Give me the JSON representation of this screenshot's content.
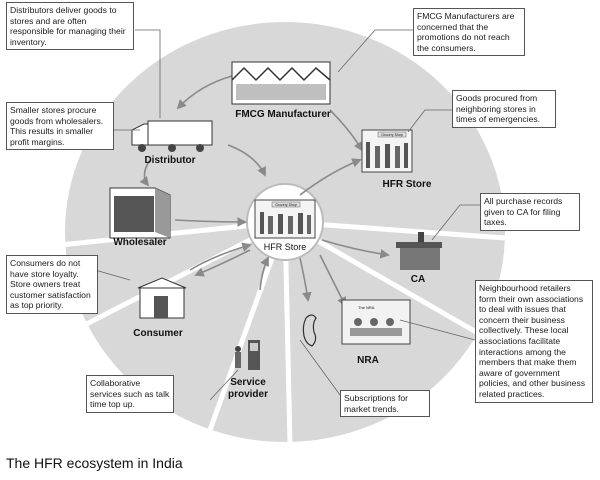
{
  "caption": "The HFR ecosystem in India",
  "hub": {
    "label": "HFR Store",
    "sign": "Grocery Shop"
  },
  "nodes": {
    "manufacturer": "FMCG Manufacturer",
    "distributor": "Distributor",
    "hfr_store": "HFR Store",
    "wholesaler": "Wholesaler",
    "ca": "CA",
    "consumer": "Consumer",
    "nra": "NRA",
    "nra_sign": "The NRA",
    "service_provider": "Service provider",
    "store_sign": "Grocery Shop"
  },
  "callouts": {
    "distributors": "Distributors deliver goods to stores and are often responsible for managing their inventory.",
    "fmcg": "FMCG Manufacturers are concerned that the promotions do not reach the consumers.",
    "smaller": "Smaller stores procure goods from wholesalers. This results in smaller profit margins.",
    "goods": "Goods procured from neighboring stores in times of emergencies.",
    "purchase": "All purchase records given to CA for filing taxes.",
    "consumers": "Consumers do not have store loyalty. Store owners treat customer satisfaction as top priority.",
    "neighbourhood": "Neighbourhood retailers form their own associations to deal with issues that concern their business collectively. These local associations facilitate interactions among the members that make them aware of government policies, and other business related practices.",
    "collaborative": "Collaborative services such as talk time top up.",
    "subscriptions": "Subscriptions for market trends."
  },
  "colors": {
    "ellipse": "#d8d8d8",
    "spoke": "#ffffff",
    "ink": "#222222",
    "arrow": "#8a8a8a"
  }
}
